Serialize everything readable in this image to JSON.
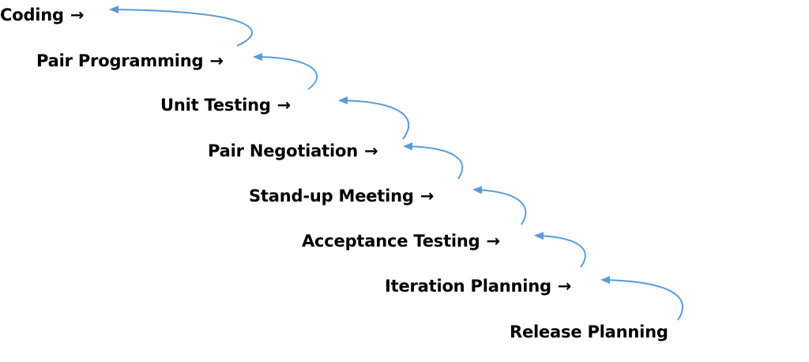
{
  "diagram": {
    "steps": [
      {
        "label": "Coding",
        "arrow": "→"
      },
      {
        "label": "Pair Programming",
        "arrow": "→"
      },
      {
        "label": "Unit Testing",
        "arrow": "→"
      },
      {
        "label": "Pair Negotiation",
        "arrow": "→"
      },
      {
        "label": "Stand-up Meeting",
        "arrow": "→"
      },
      {
        "label": "Acceptance Testing",
        "arrow": "→"
      },
      {
        "label": "Iteration Planning",
        "arrow": "→"
      },
      {
        "label": "Release Planning",
        "arrow": ""
      }
    ],
    "connector_color": "#5b9bd5"
  }
}
